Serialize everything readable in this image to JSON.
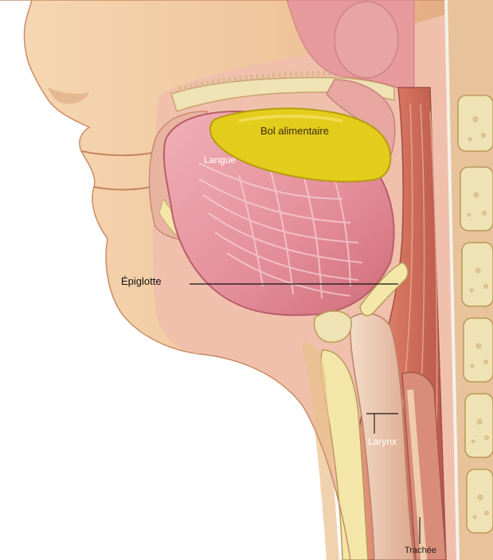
{
  "labels": {
    "bol": "Bol alimentaire",
    "langue": "Langue",
    "epiglotte": "Épiglotte",
    "larynx": "Larynx",
    "trachee": "Trachée"
  },
  "colors": {
    "skin": "#f1c9a0",
    "skin_shadow": "#d99f76",
    "tongue": "#e79aa4",
    "bolus": "#e3cc1c",
    "muscle": "#d9826c",
    "bone": "#efe2b4",
    "cartilage": "#f3e6a8",
    "airway": "#f2d8c4"
  }
}
